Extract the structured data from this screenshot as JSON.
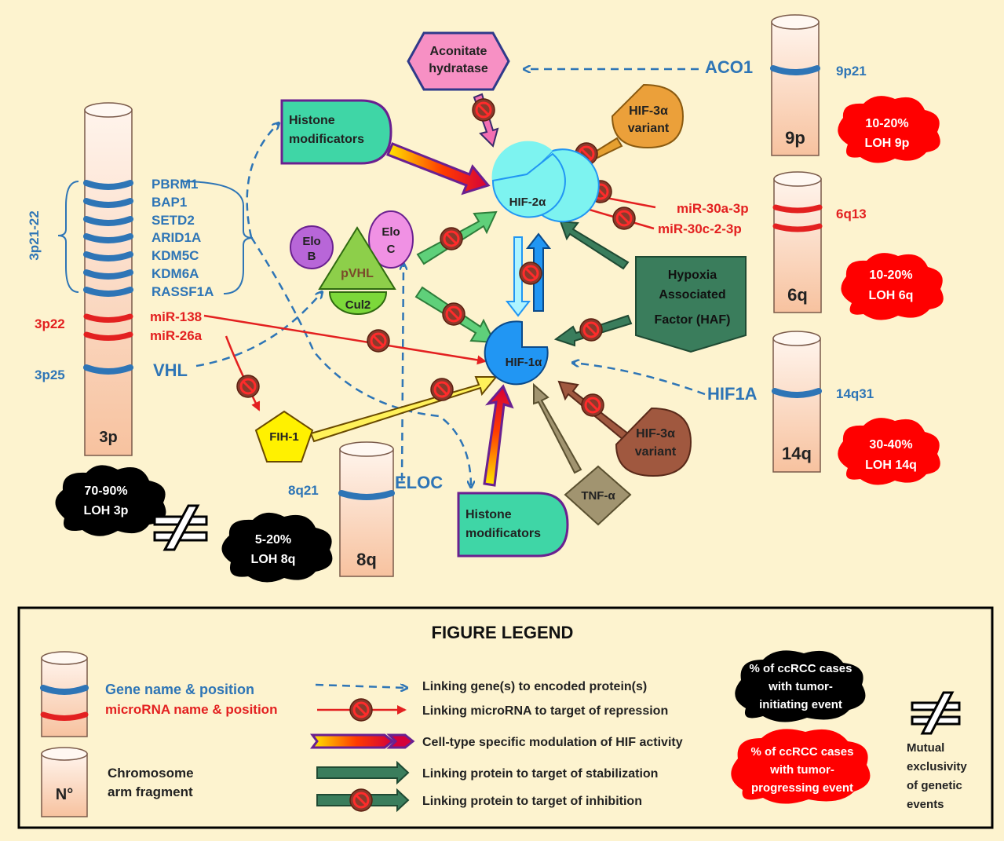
{
  "colors": {
    "background": "#fdf3cf",
    "gene_blue": "#2e75b6",
    "mirna_red": "#e32020",
    "hif_blue": "#2196f3",
    "hif2_cyan": "#7df3f0",
    "stabilize_green": "#3a7d5c",
    "loh_black": "#000000",
    "loh_red": "#ff0000"
  },
  "chromosomes": {
    "c3p": {
      "label": "3p",
      "region_label": "3p21-22",
      "band_3p22": "3p22",
      "band_3p25": "3p25",
      "genes": [
        "PBRM1",
        "BAP1",
        "SETD2",
        "ARID1A",
        "KDM5C",
        "KDM6A",
        "RASSF1A"
      ],
      "mirnas": [
        "miR-138",
        "miR-26a"
      ],
      "vhl": "VHL"
    },
    "c9p": {
      "label": "9p",
      "band": "9p21",
      "gene": "ACO1"
    },
    "c6q": {
      "label": "6q",
      "band": "6q13",
      "mirnas": [
        "miR-30a-3p",
        "miR-30c-2-3p"
      ]
    },
    "c14q": {
      "label": "14q",
      "band": "14q31",
      "gene": "HIF1A"
    },
    "c8q": {
      "label": "8q",
      "band": "8q21",
      "gene": "ELOC"
    }
  },
  "loh": {
    "l3p": {
      "pct": "70-90%",
      "label": "LOH 3p"
    },
    "l8q": {
      "pct": "5-20%",
      "label": "LOH 8q"
    },
    "l9p": {
      "pct": "10-20%",
      "label": "LOH 9p"
    },
    "l6q": {
      "pct": "10-20%",
      "label": "LOH 6q"
    },
    "l14q": {
      "pct": "30-40%",
      "label": "LOH 14q"
    }
  },
  "proteins": {
    "aconitate": [
      "Aconitate",
      "hydratase"
    ],
    "histone_top": [
      "Histone",
      "modificators"
    ],
    "histone_bottom": [
      "Histone",
      "modificators"
    ],
    "hif3a_top": [
      "HIF-3α",
      "variant"
    ],
    "hif3a_bottom": [
      "HIF-3α",
      "variant"
    ],
    "hif2a": "HIF-2α",
    "hif1a": "HIF-1α",
    "elob": [
      "Elo",
      "B"
    ],
    "eloc": [
      "Elo",
      "C"
    ],
    "pvhl": "pVHL",
    "cul2": "Cul2",
    "haf": [
      "Hypoxia",
      "Associated",
      "Factor (HAF)"
    ],
    "fih1": "FIH-1",
    "tnfa": "TNF-α"
  },
  "legend": {
    "title": "FIGURE LEGEND",
    "gene_name": "Gene name & position",
    "mirna_name": "microRNA name & position",
    "chrom_symbol": "N°",
    "chrom_label": [
      "Chromosome",
      "arm fragment"
    ],
    "arrow_gene": "Linking gene(s) to encoded protein(s)",
    "arrow_mirna": "Linking microRNA to target of repression",
    "arrow_celltype": "Cell-type specific modulation of HIF activity",
    "arrow_stab": "Linking protein to target of stabilization",
    "arrow_inhib": "Linking protein to target of inhibition",
    "black_cloud": [
      "% of ccRCC cases",
      "with tumor-",
      "initiating event"
    ],
    "red_cloud": [
      "% of ccRCC cases",
      "with tumor-",
      "progressing event"
    ],
    "mutual": [
      "Mutual",
      "exclusivity",
      "of genetic",
      "events"
    ]
  }
}
